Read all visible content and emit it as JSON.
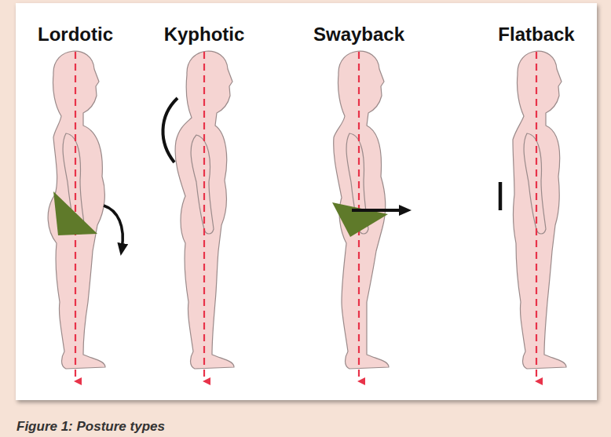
{
  "diagram": {
    "caption": "Figure 1: Posture types",
    "labels": [
      "Lordotic",
      "Kyphotic",
      "Swayback",
      "Flatback"
    ]
  }
}
